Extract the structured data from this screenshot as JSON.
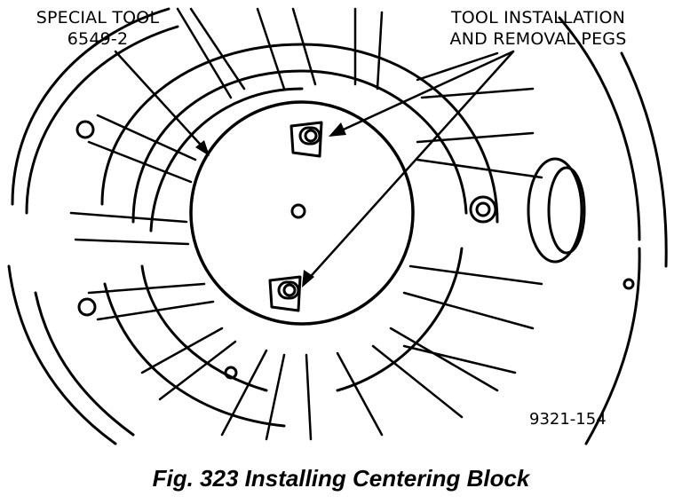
{
  "callouts": {
    "special_tool_line1": "SPECIAL TOOL",
    "special_tool_line2": "6549-2",
    "pegs_line1": "TOOL INSTALLATION",
    "pegs_line2": "AND REMOVAL PEGS"
  },
  "reference_number": "9321-154",
  "caption": "Fig. 323 Installing Centering Block",
  "colors": {
    "ink": "#000000",
    "paper": "#ffffff"
  }
}
